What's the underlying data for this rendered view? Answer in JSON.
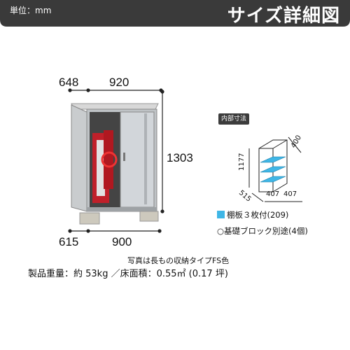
{
  "header": {
    "unit_label": "単位：mm",
    "title": "サイズ詳細図"
  },
  "dimensions": {
    "depth_top": "648",
    "width_top": "920",
    "height": "1303",
    "depth_bottom": "615",
    "width_bottom": "900"
  },
  "interior": {
    "badge": "内部寸法",
    "height": "1177",
    "depth": "400",
    "side_depth": "515",
    "width_left": "407",
    "width_right": "407"
  },
  "legend": {
    "shelf": "棚板３枚付(209)",
    "foundation": "○基礎ブロック別途(4個)"
  },
  "footer": {
    "photo_note": "写真は長もの収納タイプFS色",
    "spec_line": "製品重量：約 53kg ／床面積：0.55㎡ (0.17 坪)"
  },
  "colors": {
    "header_bg": "#3a3a3a",
    "shelf_blue": "#3fb6e6"
  }
}
